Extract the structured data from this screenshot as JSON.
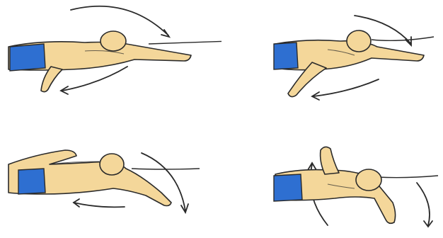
{
  "figure": {
    "panels": [
      {
        "id": "stroke-phase-1"
      },
      {
        "id": "stroke-phase-2"
      },
      {
        "id": "stroke-phase-3"
      },
      {
        "id": "stroke-phase-4"
      }
    ]
  },
  "colors": {
    "background": "#ffffff",
    "skin": "#f4d79a",
    "outline": "#2a2a2a",
    "trunks": "#2e6fd1",
    "waterline": "#333333"
  },
  "icons": {
    "arrow": "curved-arrow-icon",
    "swimmer": "swimmer-illustration"
  }
}
